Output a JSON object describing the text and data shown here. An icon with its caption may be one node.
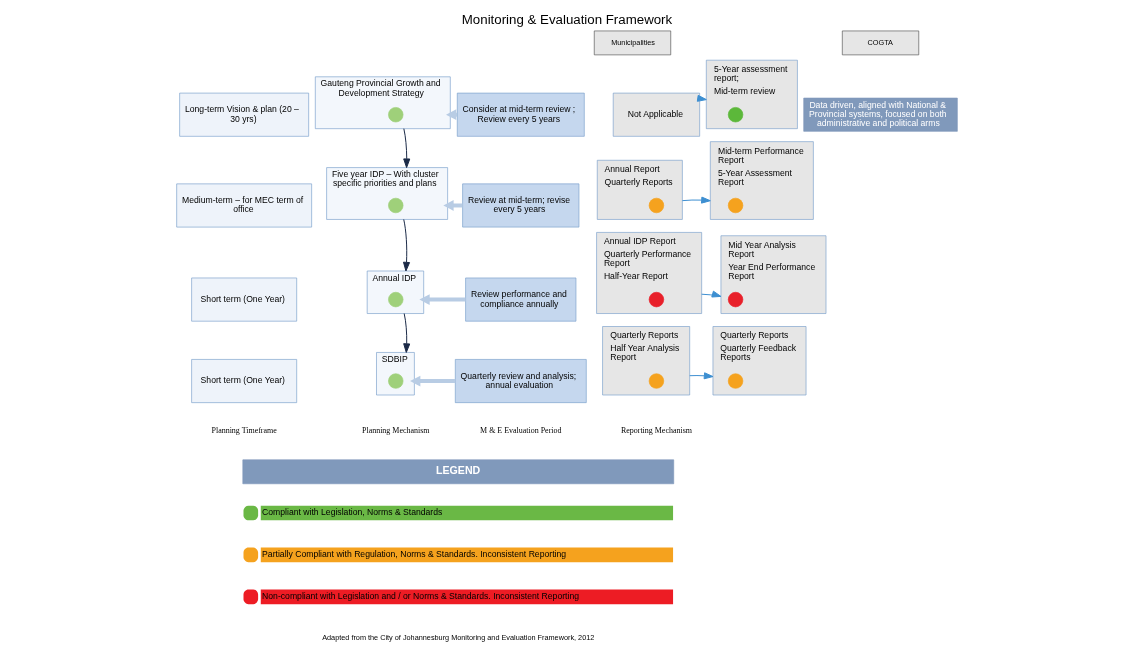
{
  "diagram": {
    "title": "Monitoring & Evaluation Framework",
    "caption": "Adapted from the City of Johannesburg Monitoring and Evaluation Framework, 2012",
    "nodes": [
      {
        "text": [
          "Municipalities"
        ]
      },
      {
        "text": [
          "COGTA"
        ]
      },
      {
        "text": [
          "Long-term Vision & plan (20 – 30 yrs)"
        ]
      },
      {
        "text": [
          "Gauteng Provincial Growth and Development Strategy"
        ]
      },
      {
        "text": [],
        "shape": "circle",
        "in": 3
      },
      {
        "text": [
          "Consider at mid-term review ; Review every 5 years"
        ]
      },
      {
        "text": [
          "Not Applicable"
        ]
      },
      {
        "text": [
          "5-Year assessment report;",
          "Mid-term review"
        ]
      },
      {
        "text": [],
        "shape": "circle",
        "in": 7
      },
      {
        "text": [
          "Medium-term – for MEC term of office"
        ]
      },
      {
        "text": [
          "Five year IDP – With cluster specific priorities and plans"
        ]
      },
      {
        "text": [],
        "shape": "circle",
        "in": 10
      },
      {
        "text": [
          "Review at mid-term; revise every 5 years"
        ]
      },
      {
        "text": [
          "Annual Report",
          "Quarterly Reports"
        ]
      },
      {
        "text": [],
        "shape": "circle",
        "in": 13
      },
      {
        "text": [
          "Mid-term Performance Report",
          "5-Year Assessment Report"
        ]
      },
      {
        "text": [],
        "shape": "circle",
        "in": 15
      },
      {
        "text": [
          "Short term (One Year)"
        ]
      },
      {
        "text": [
          "Annual IDP"
        ]
      },
      {
        "text": [],
        "shape": "circle",
        "in": 18
      },
      {
        "text": [
          "Review performance and compliance annually"
        ]
      },
      {
        "text": [
          "Annual IDP Report",
          "Quarterly Performance Report",
          "Half-Year Report"
        ]
      },
      {
        "text": [],
        "shape": "circle",
        "in": 21
      },
      {
        "text": [
          "Mid Year Analysis Report",
          "Year End Performance Report"
        ]
      },
      {
        "text": [],
        "shape": "circle",
        "in": 23
      },
      {
        "text": [
          "Short term (One Year)"
        ]
      },
      {
        "text": [
          "SDBIP"
        ]
      },
      {
        "text": [],
        "shape": "circle",
        "in": 26
      },
      {
        "text": [
          "Quarterly review and analysis; annual evaluation"
        ]
      },
      {
        "text": [
          "Quarterly Reports",
          "Half Year Analysis Report"
        ]
      },
      {
        "text": [],
        "shape": "circle",
        "in": 29
      },
      {
        "text": [
          "Quarterly Reports",
          "Quarterly Feedback Reports"
        ]
      },
      {
        "text": [],
        "shape": "circle",
        "in": 31
      },
      {
        "text": [
          "Data driven, aligned with National & Provincial systems, focused on both administrative and political arms"
        ]
      },
      {
        "text": [
          "LEGEND"
        ]
      }
    ],
    "edges": [
      {
        "from": 3,
        "to": 10,
        "arrow": "to",
        "color": "#1b2a47"
      },
      {
        "from": 10,
        "to": 18,
        "arrow": "to",
        "color": "#1b2a47"
      },
      {
        "from": 18,
        "to": 26,
        "arrow": "to",
        "color": "#1b2a47"
      },
      {
        "from": 5,
        "to": 3,
        "arrow": "to",
        "style": "thick",
        "color": "#b8cce4"
      },
      {
        "from": 12,
        "to": 10,
        "arrow": "to",
        "style": "thick",
        "color": "#b8cce4"
      },
      {
        "from": 20,
        "to": 18,
        "arrow": "to",
        "style": "thick",
        "color": "#b8cce4"
      },
      {
        "from": 28,
        "to": 26,
        "arrow": "to",
        "style": "thick",
        "color": "#b8cce4"
      },
      {
        "from": 6,
        "to": 7,
        "arrow": "to",
        "color": "#3d8fd1"
      },
      {
        "from": 13,
        "to": 15,
        "arrow": "to",
        "color": "#3d8fd1"
      },
      {
        "from": 21,
        "to": 23,
        "arrow": "to",
        "color": "#3d8fd1"
      },
      {
        "from": 29,
        "to": 31,
        "arrow": "to",
        "color": "#3d8fd1"
      }
    ],
    "labels": [
      "Planning Timeframe",
      "Planning Mechanism",
      "M & E Evaluation Period",
      "Reporting Mechanism"
    ],
    "legend": [
      {
        "text": "Compliant with Legislation, Norms & Standards",
        "color": "#6ab845"
      },
      {
        "text": "Partially Compliant with Regulation, Norms & Standards. Inconsistent Reporting",
        "color": "#f5a21e"
      },
      {
        "text": "Non-compliant with Legislation and / or Norms & Standards. Inconsistent Reporting",
        "color": "#ed1c24"
      }
    ]
  }
}
